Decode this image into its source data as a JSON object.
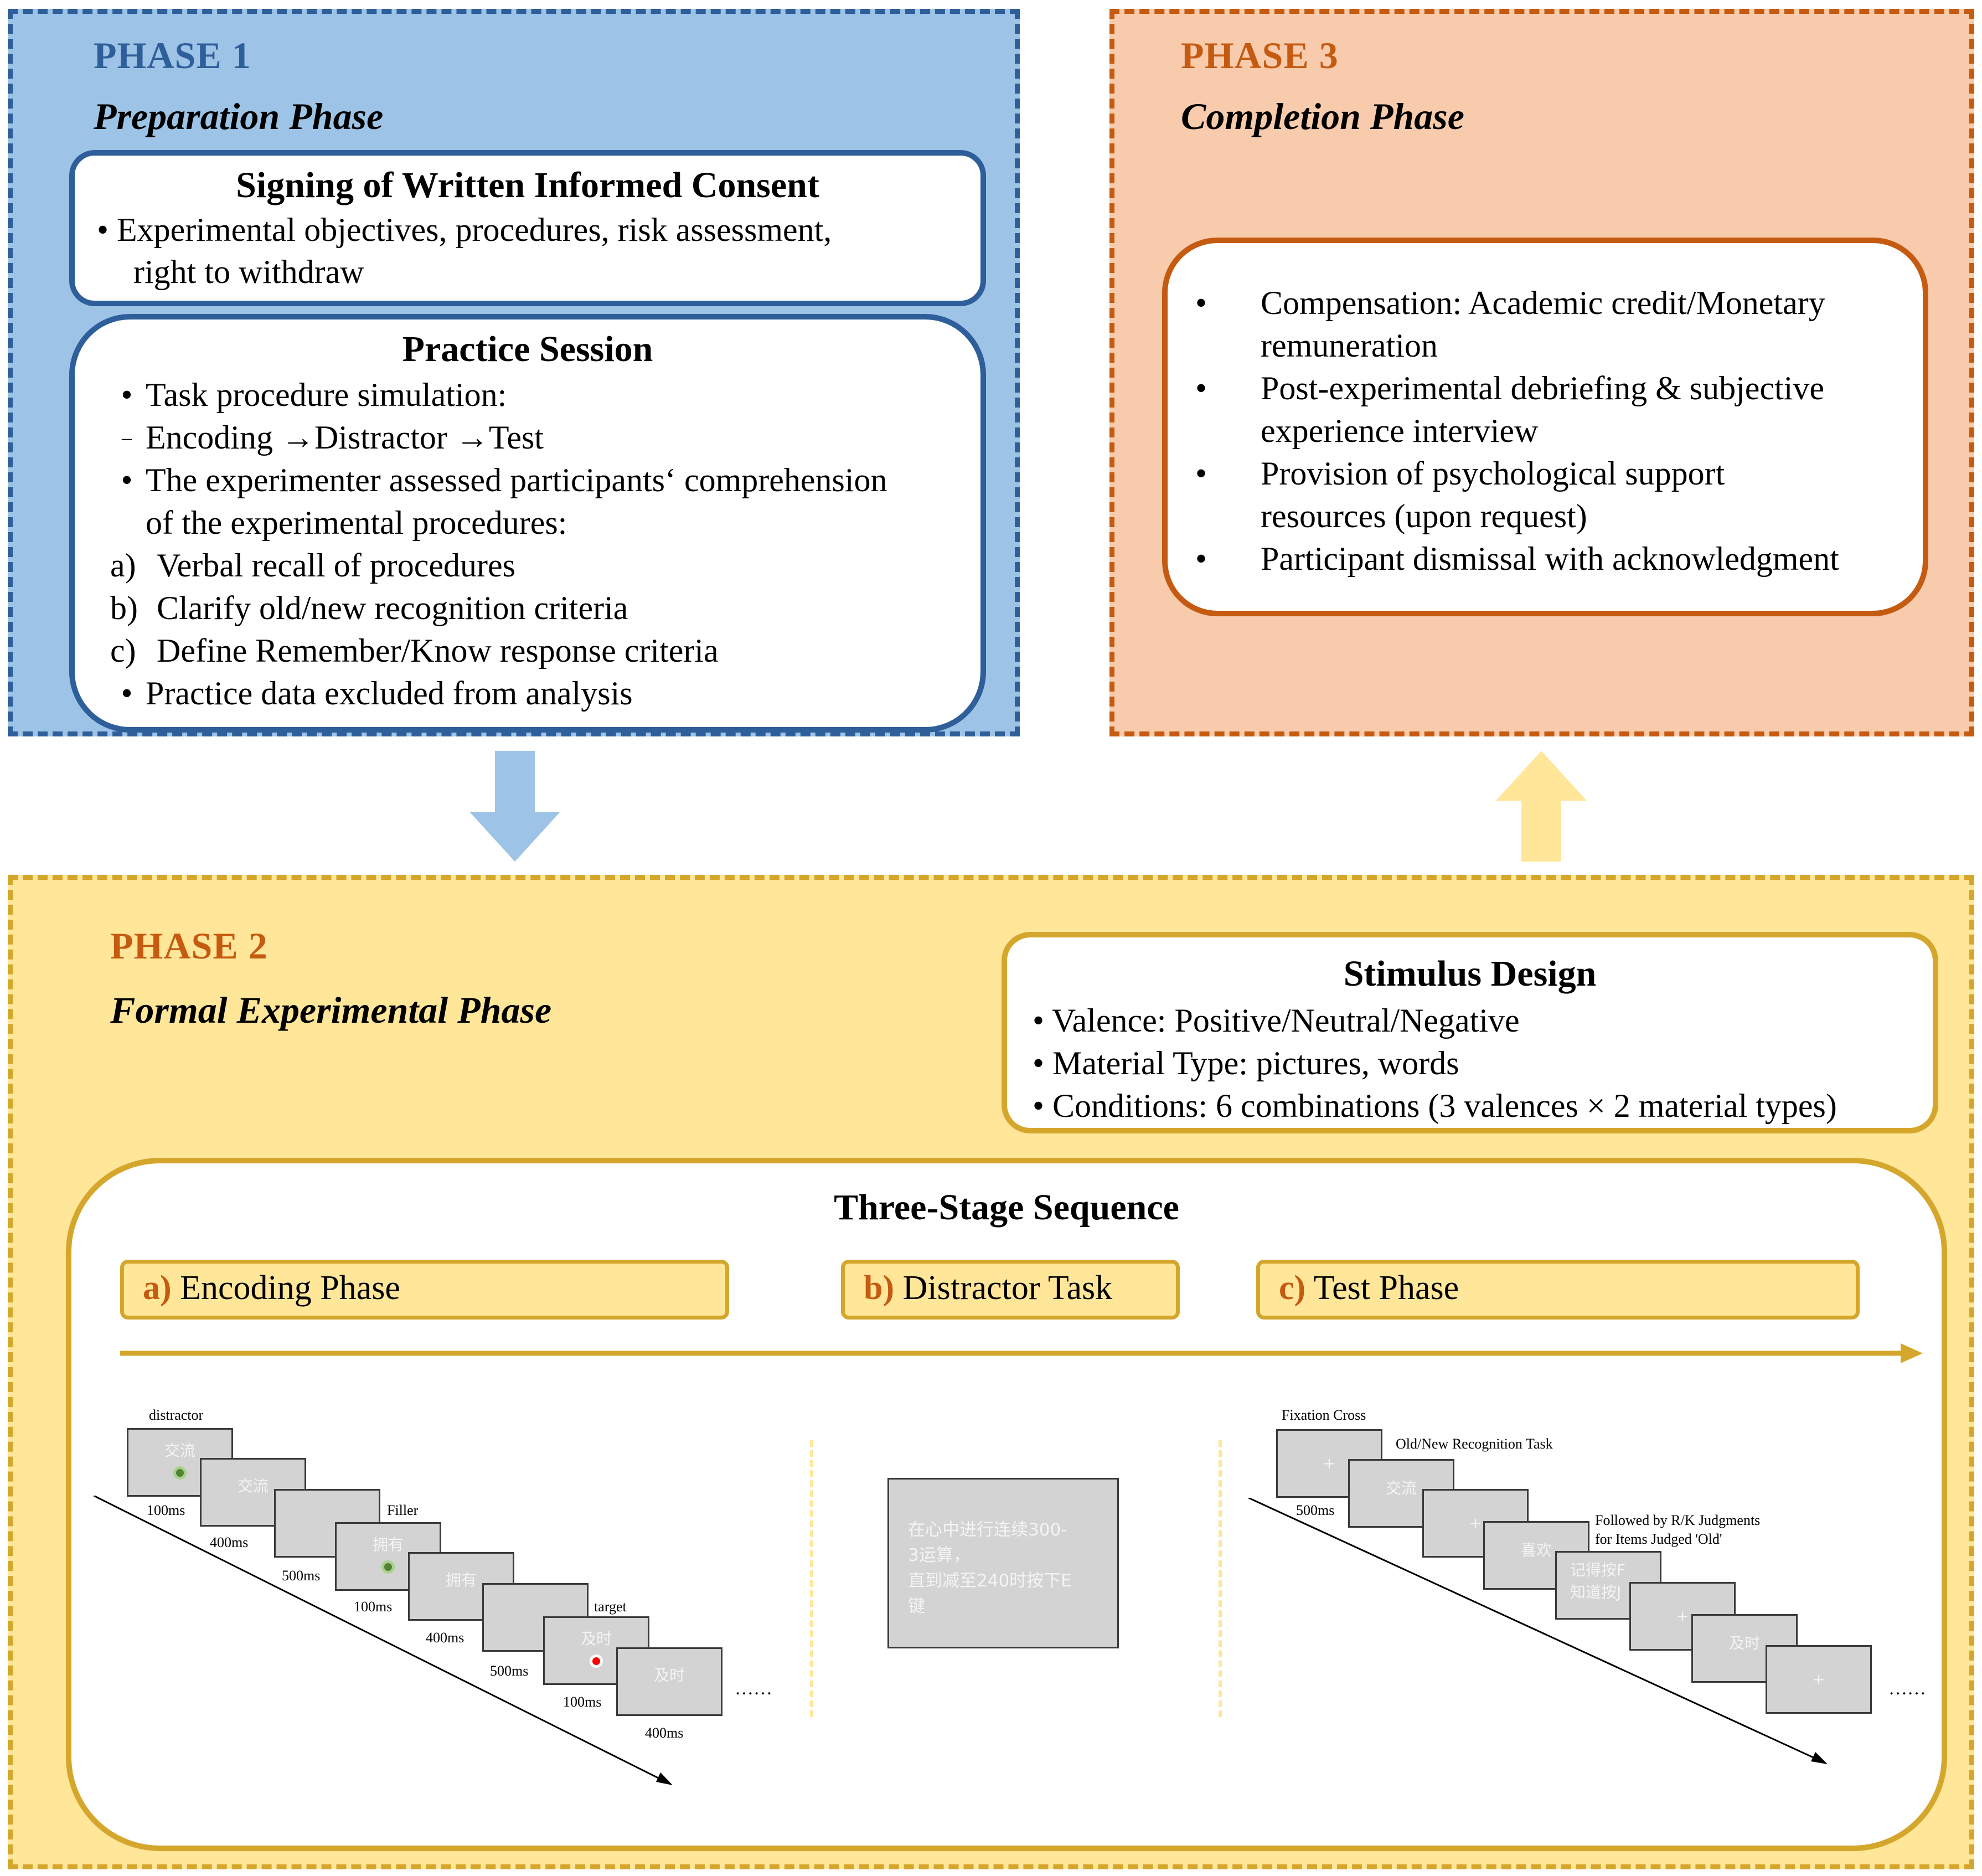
{
  "phase1": {
    "label": "PHASE 1",
    "subtitle": "Preparation Phase",
    "consent": {
      "title": "Signing of Written Informed Consent",
      "lines": [
        "•  Experimental objectives, procedures, risk assessment,",
        "right to withdraw"
      ]
    },
    "practice": {
      "title": "Practice Session",
      "lines": [
        {
          "marker": "•",
          "text": "Task procedure simulation:"
        },
        {
          "marker": "–",
          "text": "Encoding →Distractor →Test"
        },
        {
          "marker": "•",
          "text": "The experimenter assessed participants‘ comprehension"
        },
        {
          "marker": "",
          "text": "of the experimental procedures:"
        },
        {
          "marker": "a)",
          "text": "Verbal recall of procedures"
        },
        {
          "marker": "b)",
          "text": "Clarify old/new recognition criteria"
        },
        {
          "marker": "c)",
          "text": "Define Remember/Know response criteria"
        },
        {
          "marker": "•",
          "text": "Practice data excluded from analysis"
        }
      ]
    }
  },
  "phase3": {
    "label": "PHASE 3",
    "subtitle": "Completion Phase",
    "lines": [
      {
        "marker": "•",
        "text": "Compensation: Academic credit/Monetary"
      },
      {
        "marker": "",
        "text": "remuneration"
      },
      {
        "marker": "•",
        "text": "Post-experimental debriefing & subjective"
      },
      {
        "marker": "",
        "text": "experience interview"
      },
      {
        "marker": "•",
        "text": "Provision of psychological support"
      },
      {
        "marker": "",
        "text": "resources (upon request)"
      },
      {
        "marker": "•",
        "text": "Participant dismissal with acknowledgment"
      }
    ]
  },
  "phase2": {
    "label": "PHASE 2",
    "subtitle": "Formal Experimental Phase",
    "stimulus": {
      "title": "Stimulus Design",
      "lines": [
        "•  Valence: Positive/Neutral/Negative",
        "•  Material Type: pictures, words",
        "•  Conditions: 6 combinations (3 valences × 2 material types)"
      ]
    },
    "sequence": {
      "title": "Three-Stage Sequence",
      "stages": [
        {
          "letter": "a)",
          "name": "Encoding Phase"
        },
        {
          "letter": "b)",
          "name": "Distractor Task"
        },
        {
          "letter": "c)",
          "name": "Test Phase"
        }
      ]
    },
    "encoding": {
      "labels": {
        "distractor": "distractor",
        "filler": "Filler",
        "target": "target",
        "ellipsis": "……"
      },
      "screens": [
        "交流",
        "交流",
        "",
        "拥有",
        "拥有",
        "",
        "及时",
        "及时"
      ],
      "times": [
        "100ms",
        "400ms",
        "500ms",
        "100ms",
        "400ms",
        "500ms",
        "100ms",
        "400ms"
      ]
    },
    "distractor": {
      "lines": [
        "在心中进行连续300-",
        "3运算，",
        "直到减至240时按下E",
        "键"
      ]
    },
    "test": {
      "labels": {
        "fixation": "Fixation Cross",
        "oldnew": "Old/New Recognition Task",
        "rk1": "Followed by R/K Judgments",
        "rk2": "for Items Judged 'Old'",
        "ellipsis": "……"
      },
      "screens": [
        "+",
        "交流",
        "+",
        "喜欢",
        "记得按F",
        "知道按J",
        "+",
        "及时",
        "+"
      ],
      "time": "500ms"
    }
  },
  "colors": {
    "phase1_fill": "#9dc3e6",
    "phase1_border": "#2e5f9a",
    "phase3_fill": "#f8cbad",
    "phase3_border": "#c55a11",
    "phase2_fill": "#ffe699",
    "phase2_border": "#d4a72c",
    "arrow_down": "#9dc3e6",
    "arrow_up": "#ffe699"
  }
}
